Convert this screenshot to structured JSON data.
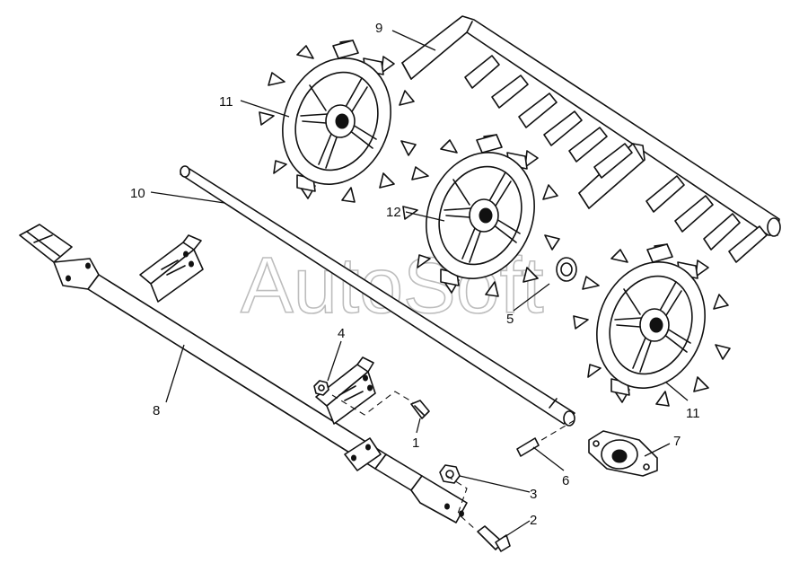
{
  "watermark": "AutoSoft",
  "callouts": {
    "c1": "1",
    "c2": "2",
    "c3": "3",
    "c4": "4",
    "c5": "5",
    "c6": "6",
    "c7": "7",
    "c8": "8",
    "c9": "9",
    "c10": "10",
    "c11a": "11",
    "c11b": "11",
    "c12": "12"
  }
}
